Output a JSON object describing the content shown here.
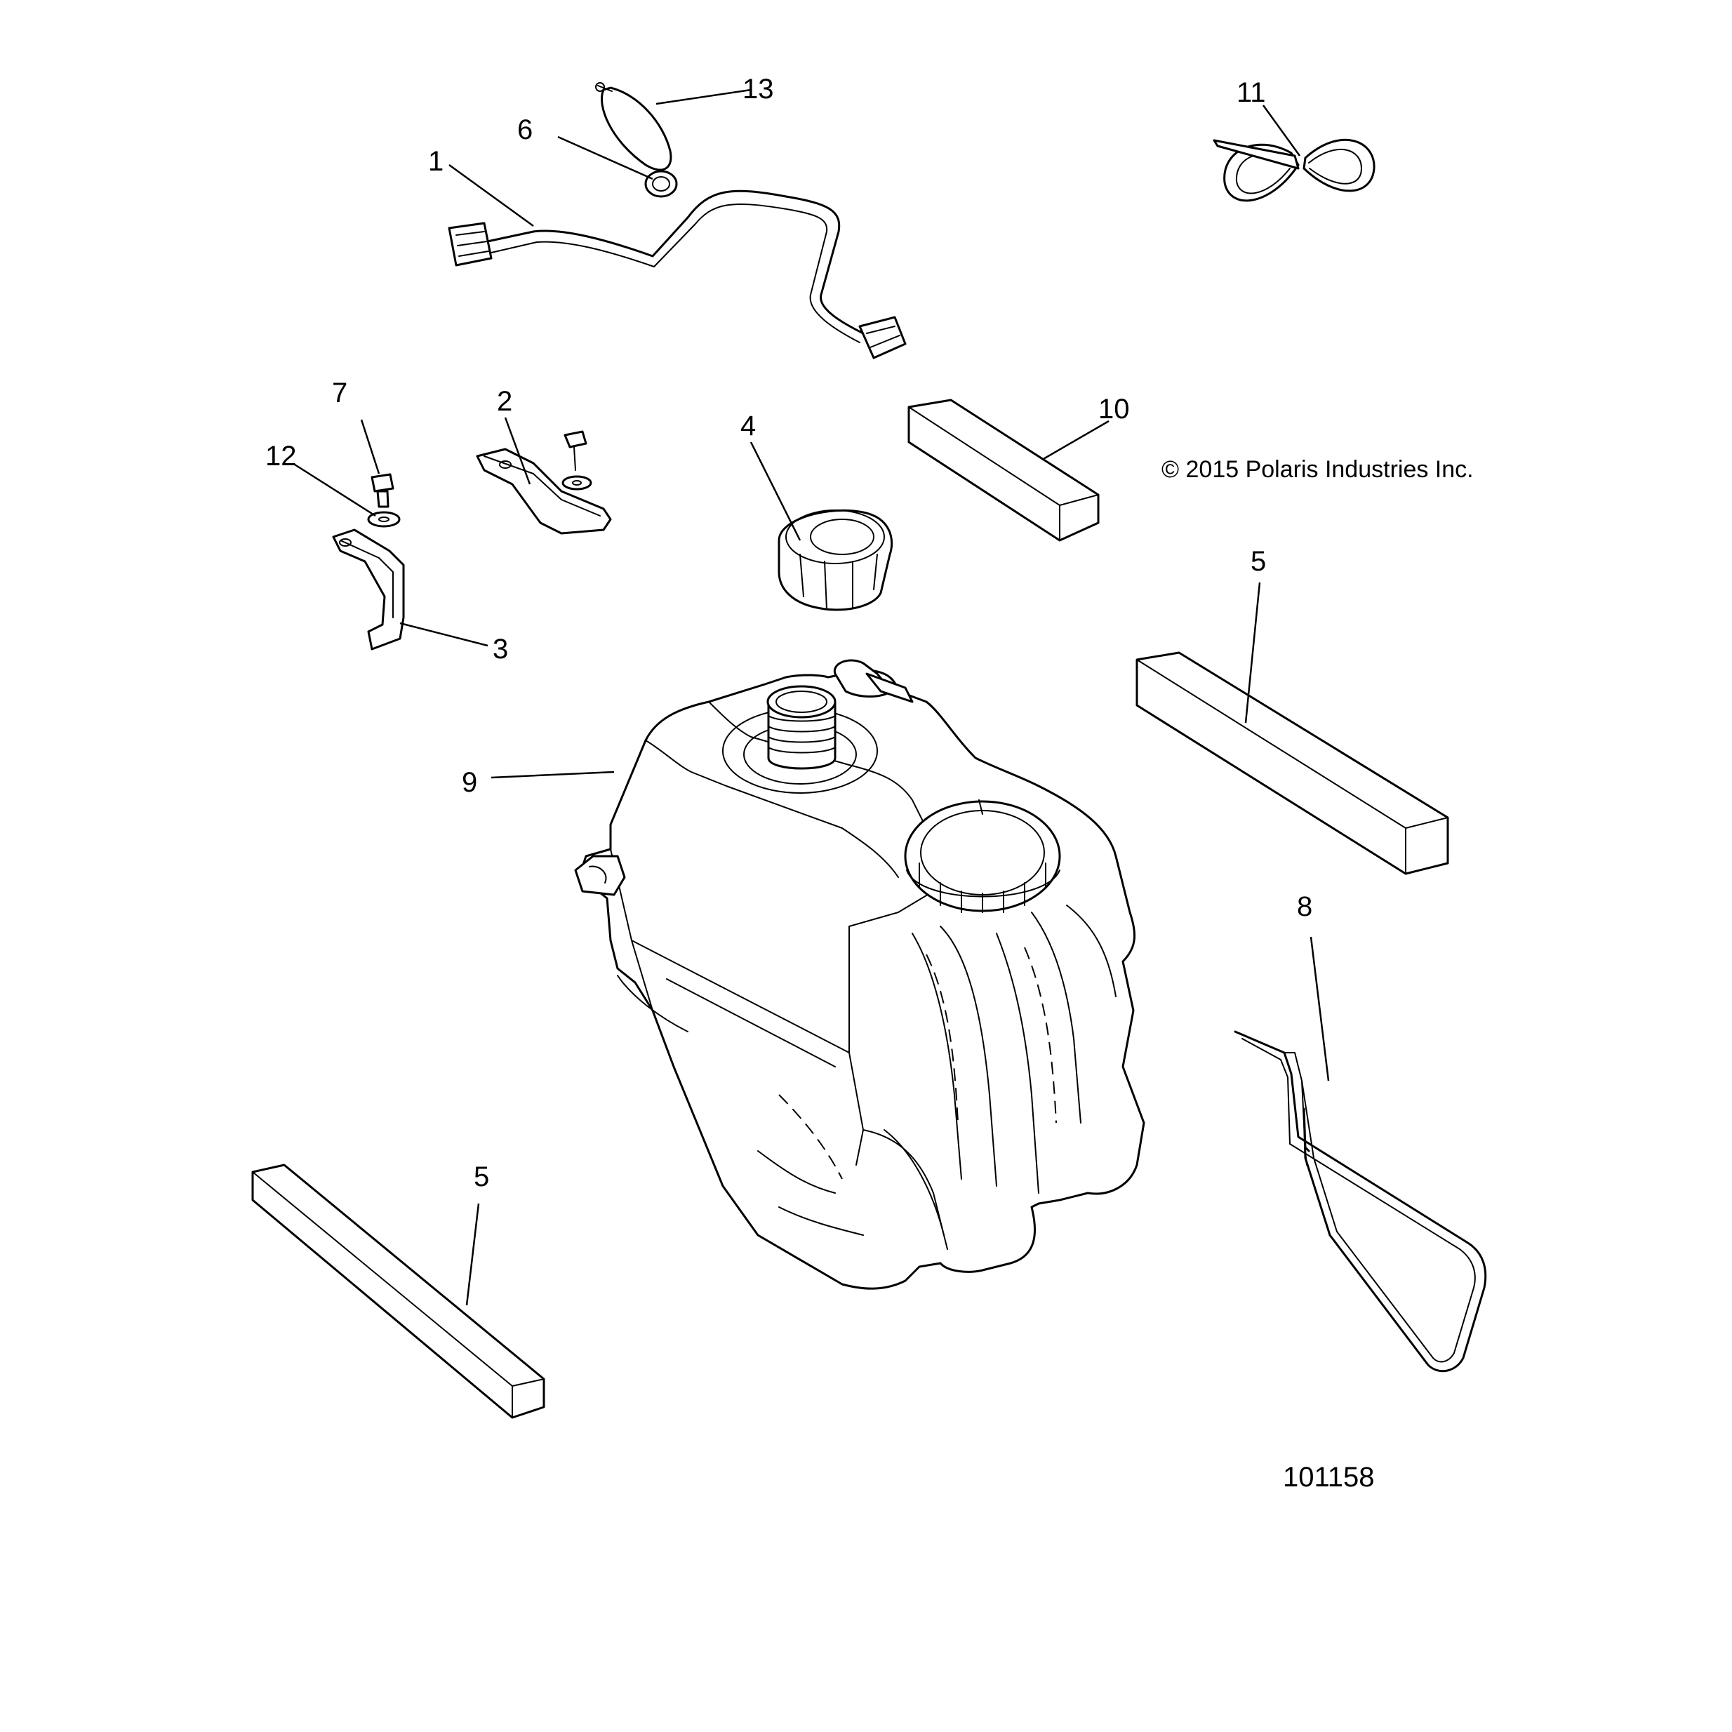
{
  "copyright": "© 2015 Polaris Industries Inc.",
  "figure_number": "101158",
  "callouts": {
    "c1": "1",
    "c2": "2",
    "c3": "3",
    "c4": "4",
    "c5a": "5",
    "c5b": "5",
    "c6": "6",
    "c7": "7",
    "c8": "8",
    "c9": "9",
    "c10": "10",
    "c11": "11",
    "c12": "12",
    "c13": "13"
  }
}
